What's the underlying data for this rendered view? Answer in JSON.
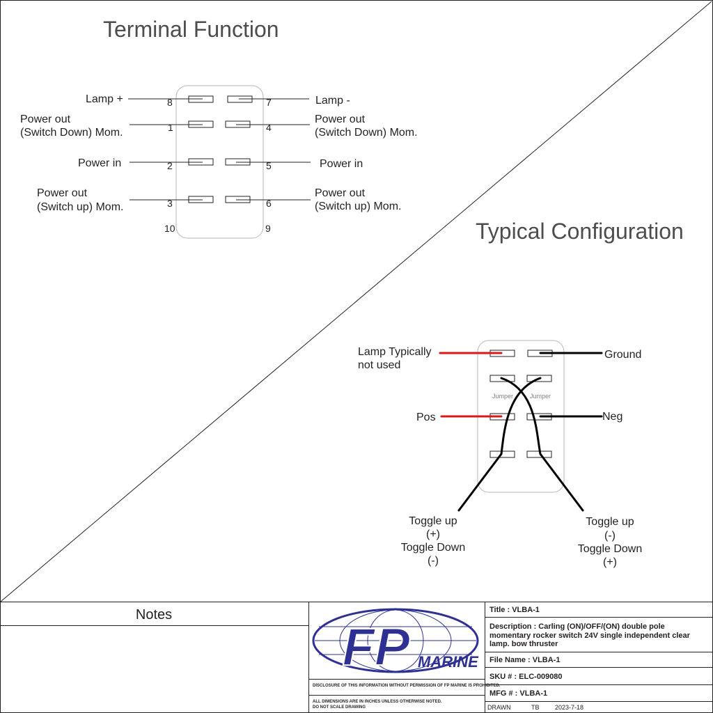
{
  "terminal_function": {
    "title": "Terminal Function",
    "labels": {
      "lamp_plus": "Lamp +",
      "lamp_minus": "Lamp -",
      "power_out_down_l1": "Power out",
      "power_out_down_l2": "(Switch Down) Mom.",
      "power_out_down_r1": "Power out",
      "power_out_down_r2": "(Switch Down) Mom.",
      "power_in_left": "Power in",
      "power_in_right": "Power in",
      "power_out_up_l1": "Power out",
      "power_out_up_l2": "(Switch up) Mom.",
      "power_out_up_r1": "Power out",
      "power_out_up_r2": "(Switch up) Mom."
    },
    "pins": {
      "p8": "8",
      "p7": "7",
      "p1": "1",
      "p4": "4",
      "p2": "2",
      "p5": "5",
      "p3": "3",
      "p6": "6",
      "p10": "10",
      "p9": "9"
    }
  },
  "typical_configuration": {
    "title": "Typical Configuration",
    "labels": {
      "lamp_l1": "Lamp Typically",
      "lamp_l2": "not used",
      "ground": "Ground",
      "pos": "Pos",
      "neg": "Neg",
      "jumper_left": "Jumper",
      "jumper_right": "Jumper",
      "left_toggle": [
        "Toggle up",
        "(+)",
        "Toggle Down",
        "(-)"
      ],
      "right_toggle": [
        "Toggle up",
        "(-)",
        "Toggle Down",
        "(+)"
      ]
    },
    "colors": {
      "positive_wire": "#d7191c",
      "negative_wire": "#000000"
    }
  },
  "title_block": {
    "notes_title": "Notes",
    "logo_text_fp": "FP",
    "logo_text_marine": "MARINE",
    "brand_color": "#2e3192",
    "disclosure": "DISCLOSURE OF THIS INFORMATION WITHOUT PERMISSION OF FP MARINE IS PROHIBITED.",
    "dimensions_note_l1": "ALL DIMENSIONS ARE IN INCHES UNLESS OTHERWISE NOTED.",
    "dimensions_note_l2": "DO NOT SCALE DRAWING",
    "title": "Title : VLBA-1",
    "description_l1": "Description : Carling (ON)/OFF/(ON) double pole",
    "description_l2": "momentary rocker switch 24V single independent clear",
    "description_l3": "lamp. bow thruster",
    "file_name": "File Name : VLBA-1",
    "sku": "SKU # : ELC-009080",
    "mfg": "MFG # : VLBA-1",
    "drawn_label": "DRAWN",
    "drawn_by": "TB",
    "drawn_date": "2023-7-18"
  }
}
